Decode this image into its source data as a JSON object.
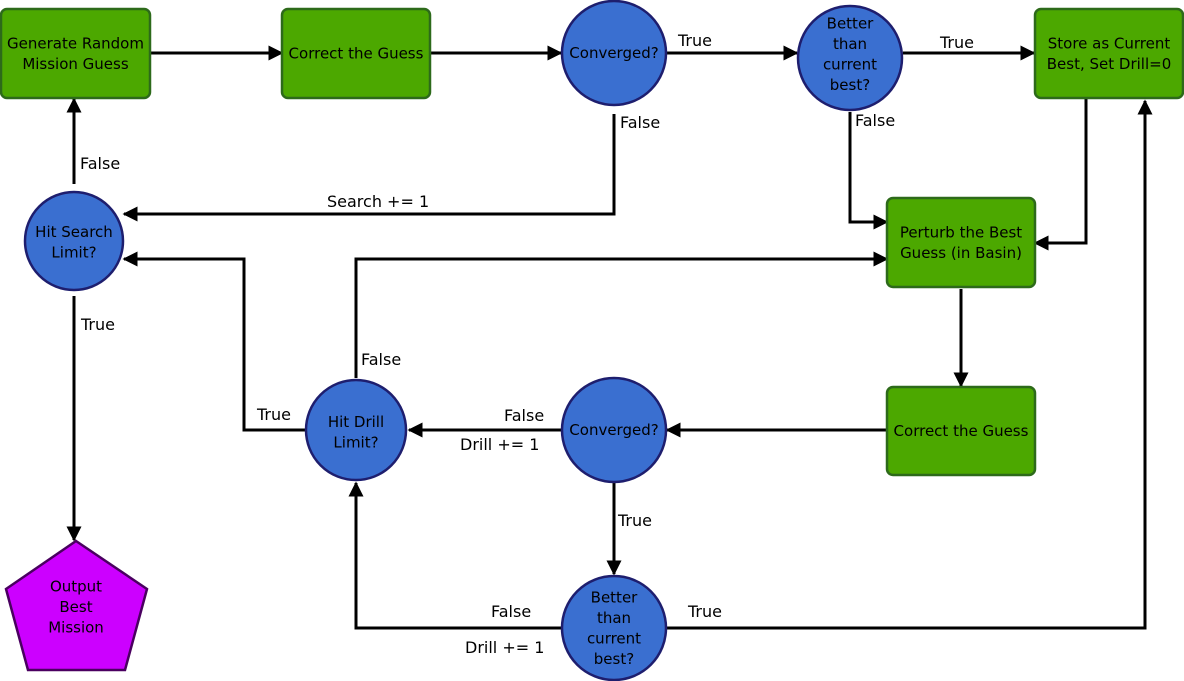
{
  "colors": {
    "process_fill": "#4ca800",
    "process_stroke": "#2d6a1a",
    "decision_fill": "#3a6fd0",
    "decision_stroke": "#1e1e6e",
    "output_fill": "#cc00ff",
    "output_stroke": "#4a0060",
    "edge": "#000000"
  },
  "nodes": {
    "generate": {
      "lines": [
        "Generate Random",
        "Mission Guess"
      ]
    },
    "correct_top": {
      "lines": [
        "Correct the Guess"
      ]
    },
    "converged_top": {
      "lines": [
        "Converged?"
      ]
    },
    "better_top": {
      "lines": [
        "Better",
        "than",
        "current",
        "best?"
      ]
    },
    "store": {
      "lines": [
        "Store as Current",
        "Best, Set Drill=0"
      ]
    },
    "hit_search": {
      "lines": [
        "Hit Search",
        "Limit?"
      ]
    },
    "perturb": {
      "lines": [
        "Perturb the Best",
        "Guess (in Basin)"
      ]
    },
    "correct_bottom": {
      "lines": [
        "Correct the Guess"
      ]
    },
    "converged_bottom": {
      "lines": [
        "Converged?"
      ]
    },
    "hit_drill": {
      "lines": [
        "Hit Drill",
        "Limit?"
      ]
    },
    "better_bottom": {
      "lines": [
        "Better",
        "than",
        "current",
        "best?"
      ]
    },
    "output": {
      "lines": [
        "Output",
        "Best",
        "Mission"
      ]
    }
  },
  "edge_labels": {
    "conv_top_true": "True",
    "better_top_true": "True",
    "conv_top_false": "False",
    "better_top_false": "False",
    "search_increment": "Search += 1",
    "hit_search_false": "False",
    "hit_search_true": "True",
    "hit_drill_false": "False",
    "hit_drill_true": "True",
    "conv_bottom_false": "False",
    "drill_increment_1": "Drill += 1",
    "conv_bottom_true": "True",
    "better_bottom_false": "False",
    "drill_increment_2": "Drill += 1",
    "better_bottom_true": "True"
  }
}
